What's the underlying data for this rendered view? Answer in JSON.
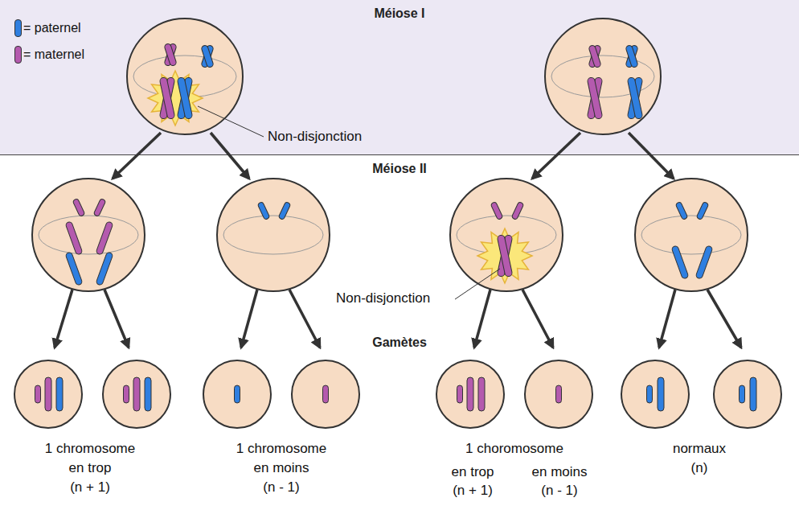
{
  "diagram": {
    "nodes": [
      {
        "text": [
          "Méiose I"
        ]
      }
    ],
    "labels": [
      "Non-disjonction",
      "Méiose II",
      "Non-disjonction",
      "Gamètes",
      "1 chromosome",
      "en trop",
      "(n + 1)",
      "1 chromosome",
      "en moins",
      "(n - 1)",
      "1 choromosome",
      "en trop",
      "en moins",
      "(n + 1)",
      "(n - 1)",
      "normaux",
      "(n)"
    ],
    "legend": [
      {
        "text": "= paternel",
        "color": "#2f7fe0"
      },
      {
        "text": "= maternel",
        "color": "#b45aae"
      }
    ]
  }
}
